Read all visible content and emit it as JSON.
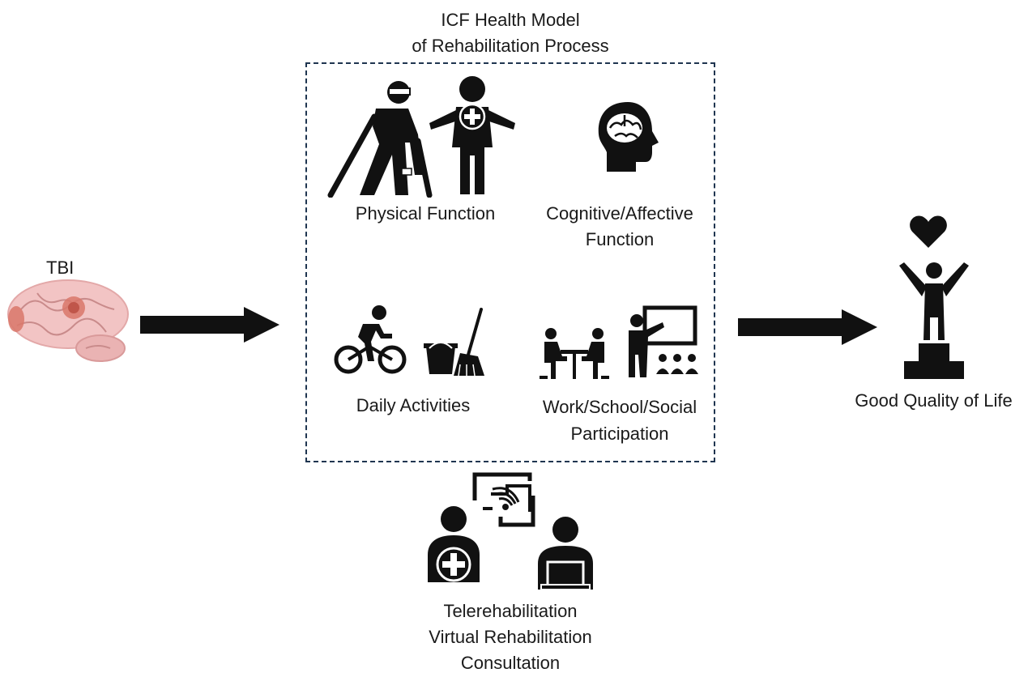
{
  "title": {
    "line1": "ICF Health Model",
    "line2": "of Rehabilitation Process"
  },
  "tbi": {
    "label": "TBI"
  },
  "domains": {
    "physical": "Physical Function",
    "cognitive_line1": "Cognitive/Affective",
    "cognitive_line2": "Function",
    "daily": "Daily Activities",
    "participation_line1": "Work/School/Social",
    "participation_line2": "Participation"
  },
  "outcome": {
    "label": "Good Quality of Life"
  },
  "telerehab": {
    "line1": "Telerehabilitation",
    "line2": "Virtual Rehabilitation",
    "line3": "Consultation"
  },
  "colors": {
    "box_border": "#1f3550",
    "icon": "#111111",
    "brain_pink": "#f2c4c4",
    "lesion": "#d9776a"
  }
}
